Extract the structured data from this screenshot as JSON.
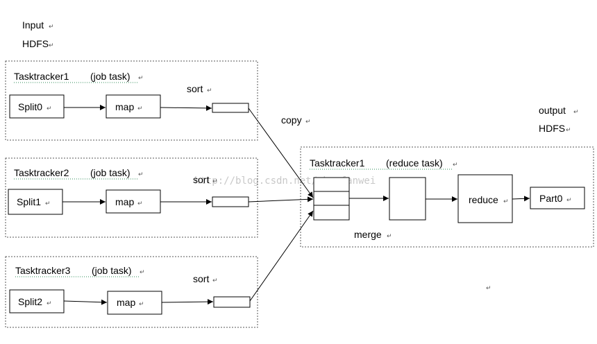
{
  "header": {
    "input": "Input",
    "hdfs": "HDFS"
  },
  "output": {
    "label": "output",
    "hdfs": "HDFS"
  },
  "map_trackers": [
    {
      "title": "Tasktracker1",
      "role": "(job task)",
      "split": "Split0",
      "map": "map",
      "sort": "sort"
    },
    {
      "title": "Tasktracker2",
      "role": "(job task)",
      "split": "Split1",
      "map": "map",
      "sort": "sort"
    },
    {
      "title": "Tasktracker3",
      "role": "(job task)",
      "split": "Split2",
      "map": "map",
      "sort": "sort"
    }
  ],
  "copy_label": "copy",
  "reduce_tracker": {
    "title": "Tasktracker1",
    "role": "(reduce task)",
    "merge": "merge",
    "reduce": "reduce",
    "part": "Part0"
  },
  "watermark": "http://blog.csdn.net/chaofanwei",
  "return_mark": "↵",
  "colors": {
    "line": "#000000",
    "dashed_border": "#555555",
    "spellcheck": "#2e8b57"
  }
}
